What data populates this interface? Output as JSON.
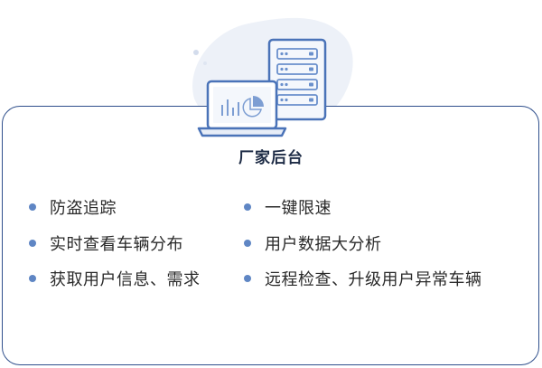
{
  "panel": {
    "title": "厂家后台"
  },
  "features": {
    "left": [
      {
        "label": "防盗追踪"
      },
      {
        "label": "实时查看车辆分布"
      },
      {
        "label": "获取用户信息、需求"
      }
    ],
    "right": [
      {
        "label": "一键限速"
      },
      {
        "label": "用户数据大分析"
      },
      {
        "label": "远程检查、升级用户异常车辆"
      }
    ]
  },
  "colors": {
    "border": "#2f4f8c",
    "bullet": "#5f86c4",
    "illustration_stroke": "#4a73b8",
    "illustration_bg": "#edf1f8"
  },
  "icons": [
    "server-icon",
    "laptop-icon"
  ]
}
